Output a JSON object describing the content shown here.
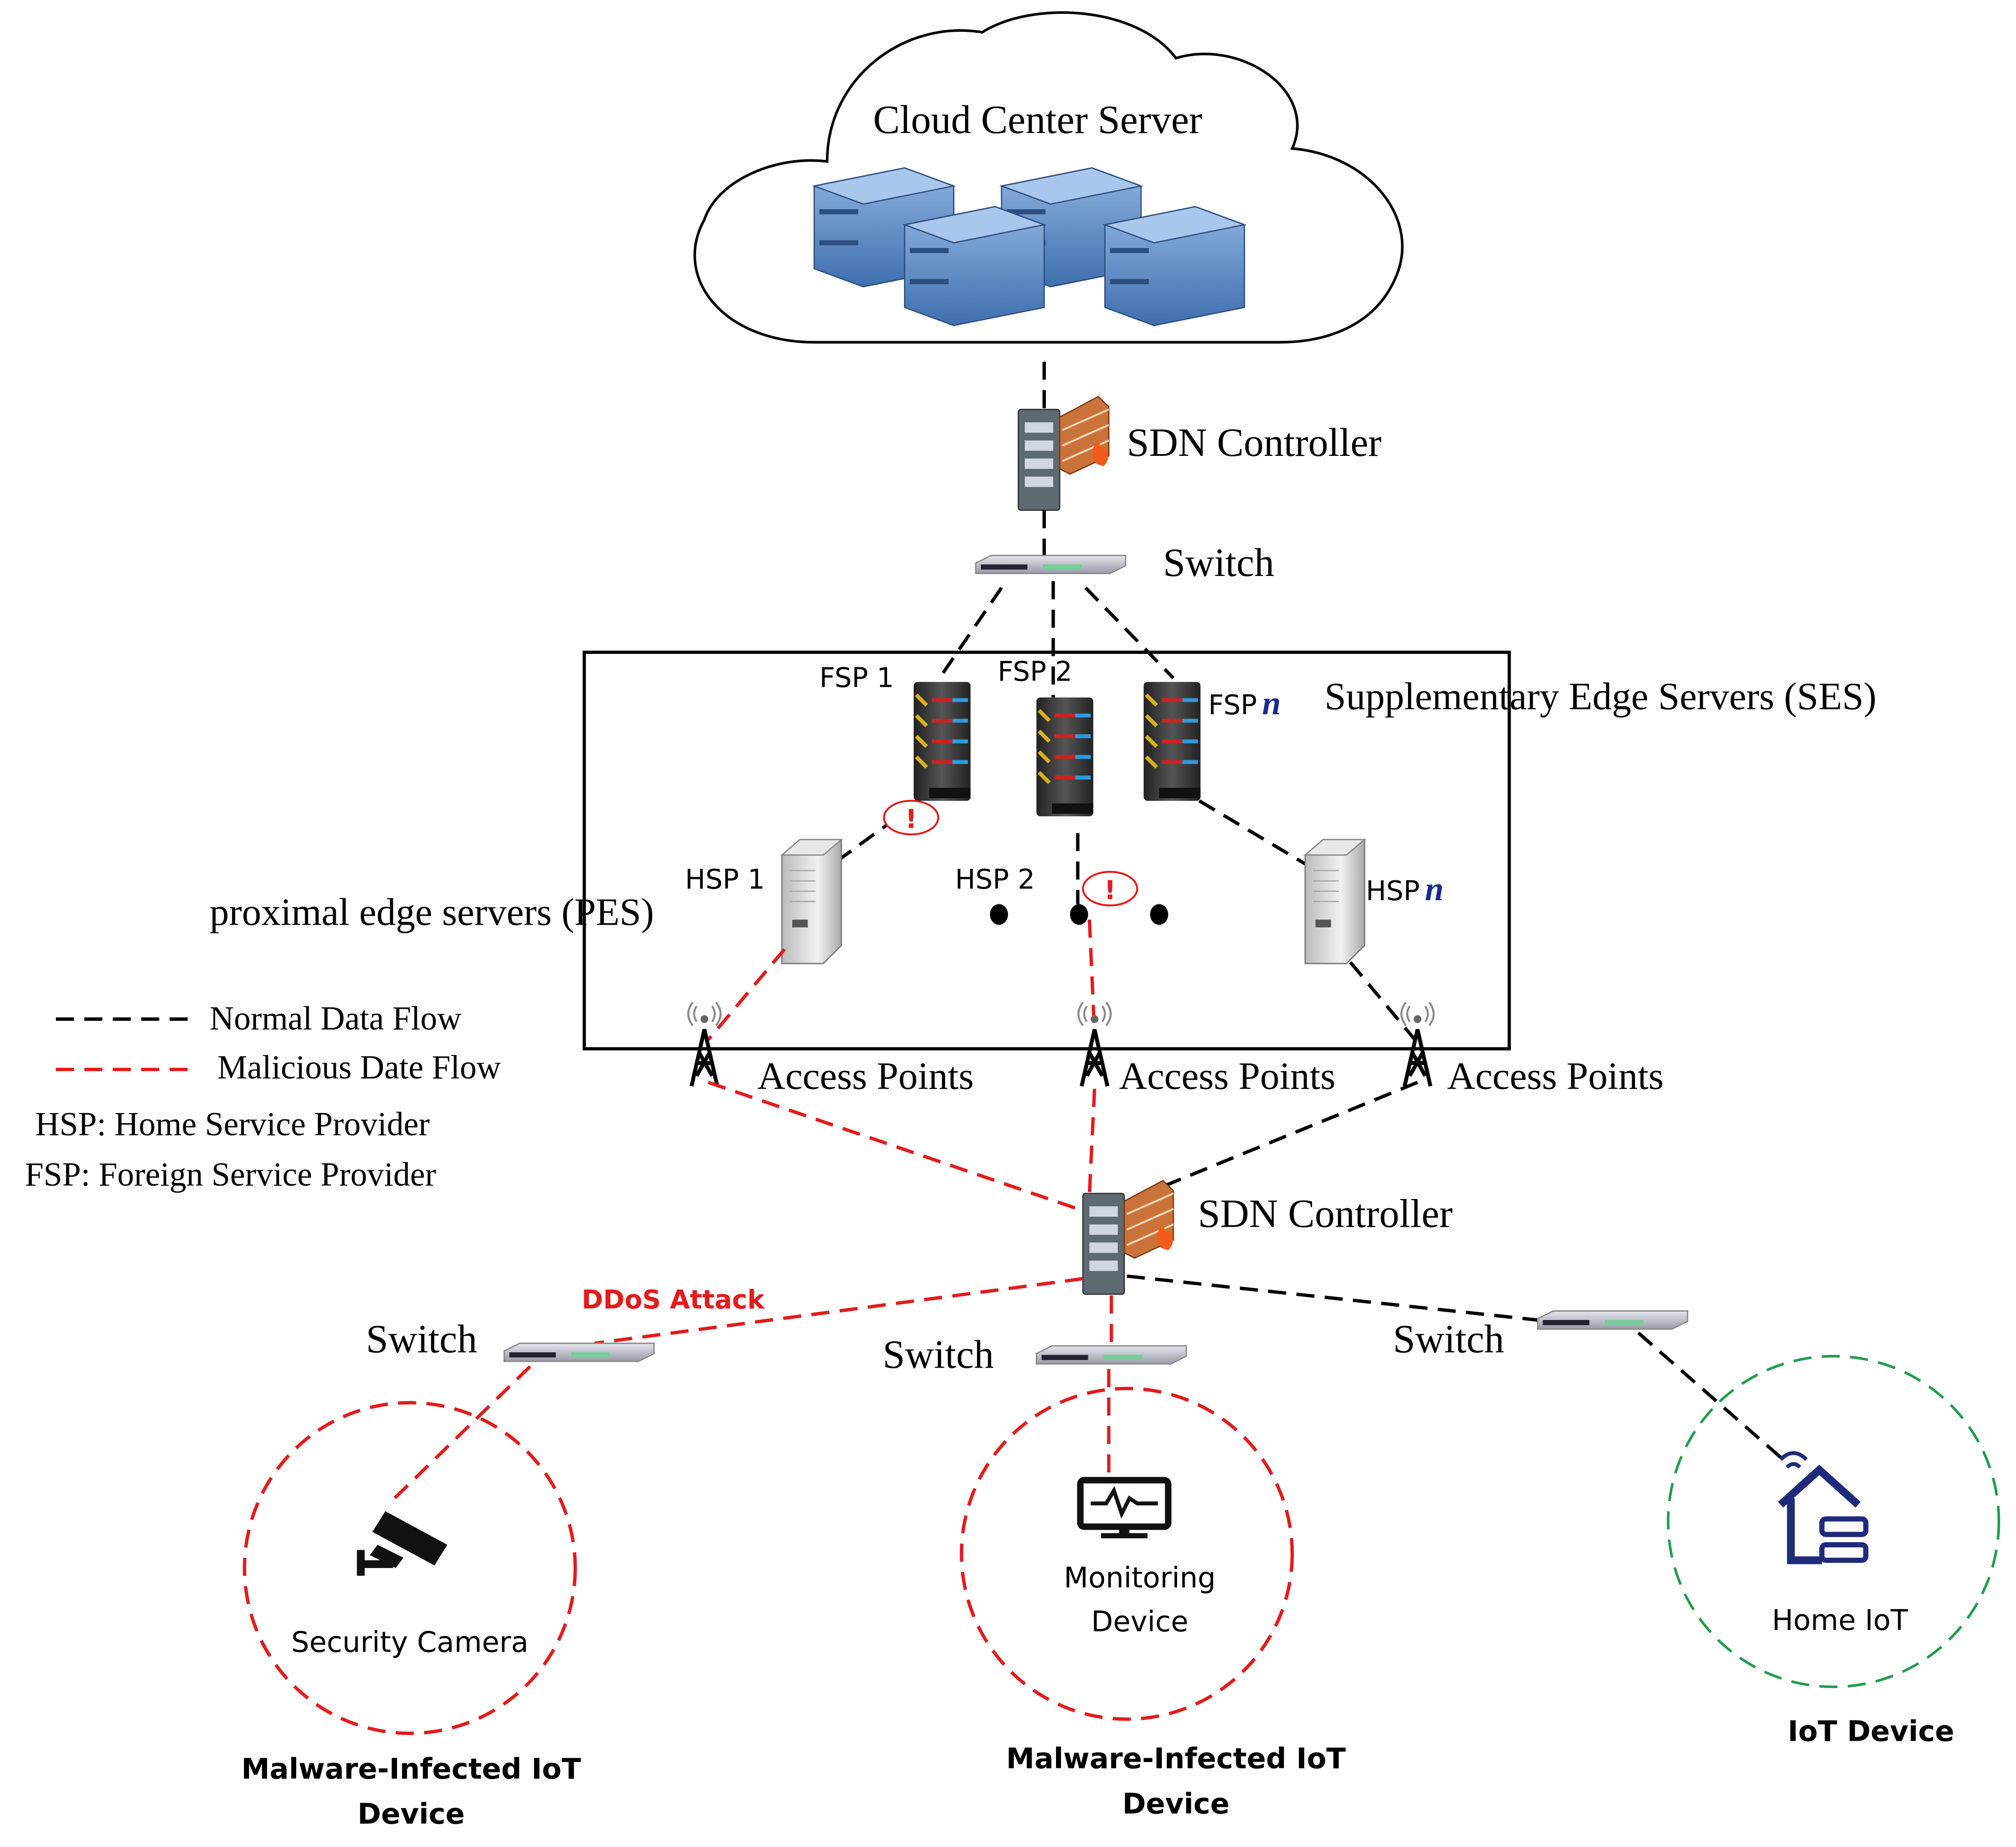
{
  "cloud": {
    "title": "Cloud Center Server"
  },
  "top_controller": {
    "label": "SDN Controller"
  },
  "top_switch": {
    "label": "Switch"
  },
  "ses": {
    "title": "Supplementary Edge Servers (SES)",
    "fsp": [
      "FSP 1",
      "FSP 2",
      "FSP"
    ],
    "fsp_n_suffix": "n"
  },
  "pes": {
    "title": "proximal edge servers (PES)",
    "hsp": [
      "HSP 1",
      "HSP 2",
      "HSP"
    ],
    "hsp_n_suffix": "n"
  },
  "access_points": [
    "Access Points",
    "Access Points",
    "Access Points"
  ],
  "legend": {
    "normal": "Normal Data Flow",
    "malicious": "Malicious Date Flow",
    "hsp_def": "HSP: Home Service Provider",
    "fsp_def": "FSP: Foreign Service Provider"
  },
  "bottom_controller": {
    "label": "SDN Controller"
  },
  "attack_label": "DDoS Attack",
  "switches": [
    "Switch",
    "Switch",
    "Switch"
  ],
  "devices": {
    "camera": {
      "label": "Security Camera",
      "group": [
        "Malware-Infected IoT",
        "Device"
      ]
    },
    "monitor": {
      "label": [
        "Monitoring",
        "Device"
      ],
      "group": [
        "Malware-Infected IoT",
        "Device"
      ]
    },
    "home": {
      "label": "Home IoT",
      "group": "IoT Device"
    }
  },
  "colors": {
    "normal_flow": "#000000",
    "malicious_flow": "#e31b1b",
    "safe_zone": "#1f9d4a",
    "alert": "#e31b1b",
    "home_icon": "#1f2a7a",
    "server_blue": "#5b8ac6"
  }
}
